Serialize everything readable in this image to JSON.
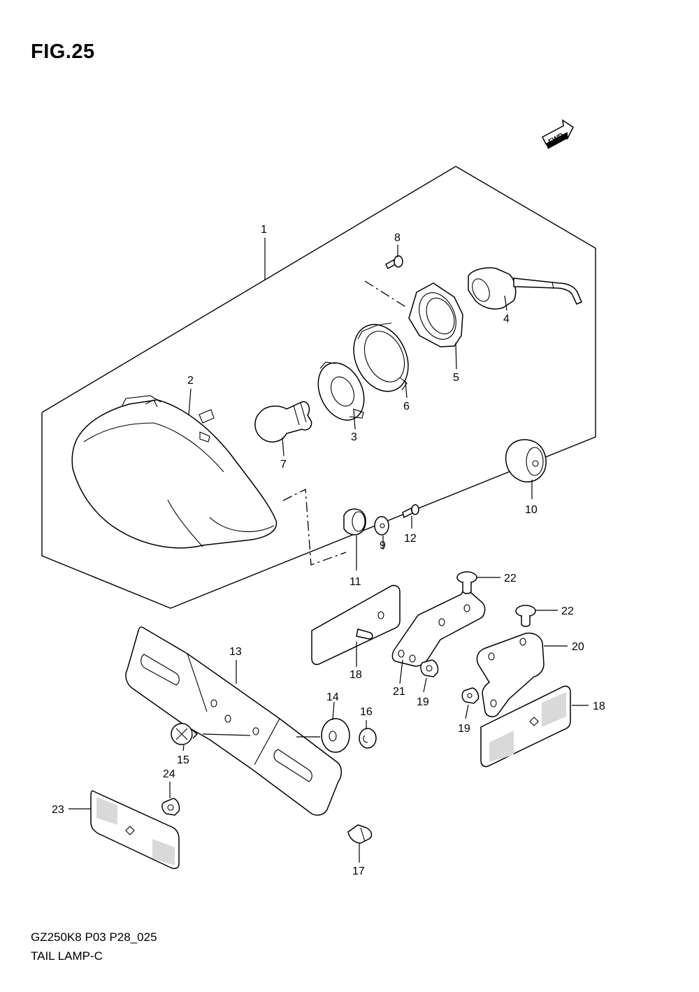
{
  "figure": {
    "title": "FIG.25",
    "model_code": "GZ250K8 P03 P28_025",
    "section_name": "TAIL LAMP-C",
    "fwd_label": "FWD"
  },
  "callouts": [
    {
      "id": "c1",
      "label": "1"
    },
    {
      "id": "c2",
      "label": "2"
    },
    {
      "id": "c3",
      "label": "3"
    },
    {
      "id": "c4",
      "label": "4"
    },
    {
      "id": "c5",
      "label": "5"
    },
    {
      "id": "c6",
      "label": "6"
    },
    {
      "id": "c7",
      "label": "7"
    },
    {
      "id": "c8",
      "label": "8"
    },
    {
      "id": "c9",
      "label": "9"
    },
    {
      "id": "c10",
      "label": "10"
    },
    {
      "id": "c11",
      "label": "11"
    },
    {
      "id": "c12",
      "label": "12"
    },
    {
      "id": "c13",
      "label": "13"
    },
    {
      "id": "c14",
      "label": "14"
    },
    {
      "id": "c15",
      "label": "15"
    },
    {
      "id": "c16",
      "label": "16"
    },
    {
      "id": "c17",
      "label": "17"
    },
    {
      "id": "c18a",
      "label": "18"
    },
    {
      "id": "c18b",
      "label": "18"
    },
    {
      "id": "c19a",
      "label": "19"
    },
    {
      "id": "c19b",
      "label": "19"
    },
    {
      "id": "c20",
      "label": "20"
    },
    {
      "id": "c21",
      "label": "21"
    },
    {
      "id": "c22a",
      "label": "22"
    },
    {
      "id": "c22b",
      "label": "22"
    },
    {
      "id": "c23",
      "label": "23"
    },
    {
      "id": "c24",
      "label": "24"
    }
  ]
}
